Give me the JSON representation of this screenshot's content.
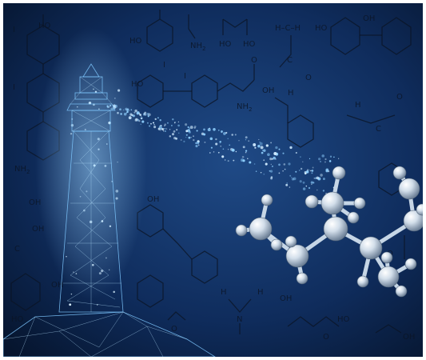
{
  "scene": {
    "labels": {
      "ho": "HO",
      "o": "O",
      "oh": "OH",
      "nh2": "NH",
      "sub2": "2",
      "n": "N",
      "h": "H",
      "i": "I",
      "c": "C",
      "hch": "H–C–H"
    },
    "colors": {
      "background_center": "#1f4a86",
      "background_edge": "#06152e",
      "wireframe": "#7fc8ff",
      "atom": "#dfe8f2",
      "formula": "#0b1424"
    }
  }
}
